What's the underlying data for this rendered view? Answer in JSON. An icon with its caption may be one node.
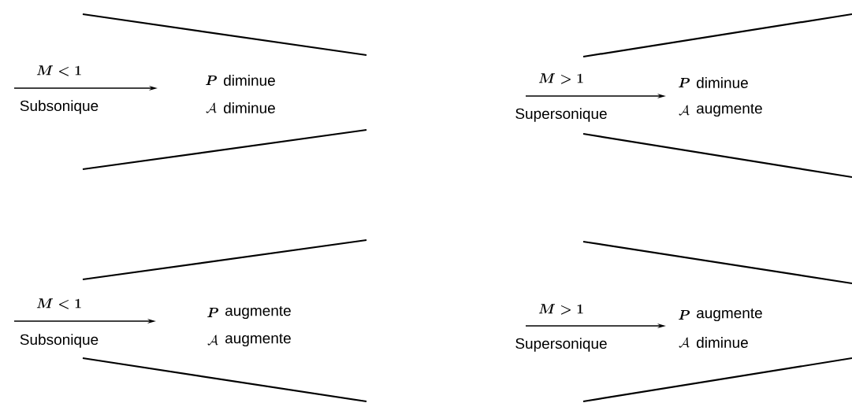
{
  "diagram": {
    "labels": [
      "M<1",
      "Subsonique",
      "P",
      "diminue",
      "\\mathcal{A}",
      "diminue",
      "M>1",
      "Supersonique",
      "P",
      "diminue",
      "\\mathcal{A}",
      "augmente",
      "M<1",
      "Subsonique",
      "P",
      "augmente",
      "\\mathcal{A}",
      "augmente",
      "M>1",
      "Supersonique",
      "P",
      "augmente",
      "\\mathcal{A}",
      "diminue"
    ]
  }
}
